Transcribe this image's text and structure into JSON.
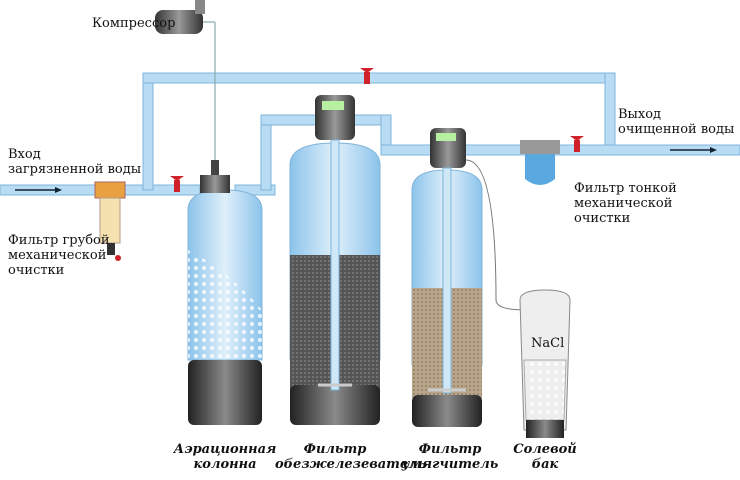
{
  "labels": {
    "compressor": "Компрессор",
    "inlet_line1": "Вход",
    "inlet_line2": "загрязненной воды",
    "coarse_line1": "Фильтр грубой",
    "coarse_line2": "механической",
    "coarse_line3": "очистки",
    "aeration_line1": "Аэрационная",
    "aeration_line2": "колонна",
    "iron_line1": "Фильтр",
    "iron_line2": "обезжелезеватель",
    "softener_line1": "Фильтр",
    "softener_line2": "умягчитель",
    "salt_line1": "Солевой",
    "salt_line2": "бак",
    "nacl": "NaCl",
    "outlet_line1": "Выход",
    "outlet_line2": "очищенной воды",
    "fine_line1": "Фильтр тонкой",
    "fine_line2": "механической",
    "fine_line3": "очистки"
  },
  "colors": {
    "pipe": "#b9dcf5",
    "pipe_edge": "#7fb4da",
    "valve": "#d0202a",
    "tank_base": "#444444",
    "water": "#bfe0f5"
  }
}
